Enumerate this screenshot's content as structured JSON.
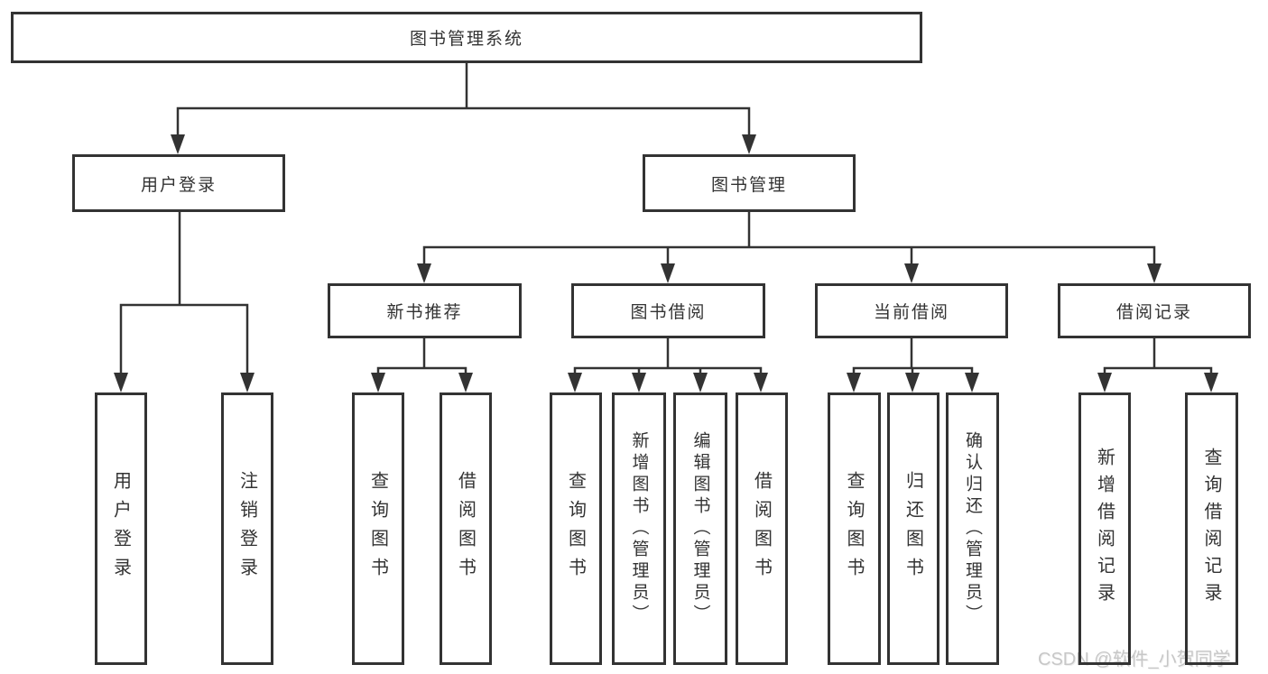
{
  "tree": {
    "root": "图书管理系统",
    "branches": [
      {
        "label": "用户登录",
        "leaves": [
          "用户登录",
          "注销登录"
        ]
      },
      {
        "label": "图书管理",
        "groups": [
          {
            "label": "新书推荐",
            "leaves": [
              "查询图书",
              "借阅图书"
            ]
          },
          {
            "label": "图书借阅",
            "leaves": [
              "查询图书",
              "新增图书（管理员）",
              "编辑图书（管理员）",
              "借阅图书"
            ]
          },
          {
            "label": "当前借阅",
            "leaves": [
              "查询图书",
              "归还图书",
              "确认归还（管理员）"
            ]
          },
          {
            "label": "借阅记录",
            "leaves": [
              "新增借阅记录",
              "查询借阅记录"
            ]
          }
        ]
      }
    ]
  },
  "watermark": "CSDN @软件_小贺同学",
  "colors": {
    "line": "#333333",
    "text": "#333333",
    "box_border": "#333333",
    "background": "#ffffff",
    "watermark": "#c7c7c7"
  }
}
